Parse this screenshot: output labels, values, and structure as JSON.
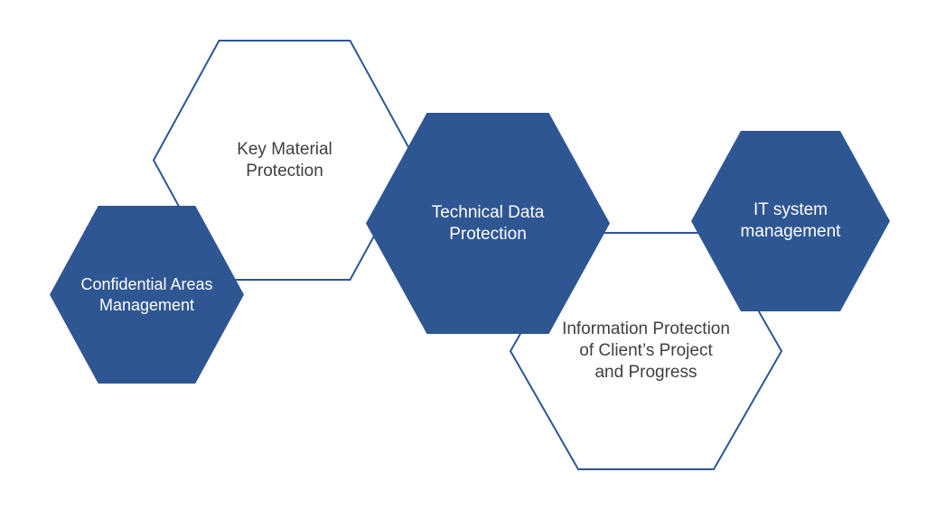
{
  "diagram": {
    "name": "information-protection-hexagon-diagram",
    "colors": {
      "fill_blue": "#2E5693",
      "outline_blue": "#2E5693",
      "text_dark": "#404040",
      "text_light": "#FFFFFF",
      "background": "#FFFFFF"
    },
    "hexagons": [
      {
        "id": "key-material-protection",
        "label": "Key Material\nProtection",
        "variant": "outline"
      },
      {
        "id": "information-protection",
        "label": "Information Protection\nof Client’s Project\nand Progress",
        "variant": "outline"
      },
      {
        "id": "confidential-areas-management",
        "label": "Confidential Areas\nManagement",
        "variant": "filled"
      },
      {
        "id": "technical-data-protection",
        "label": "Technical Data\nProtection",
        "variant": "filled"
      },
      {
        "id": "it-system-management",
        "label": "IT system\nmanagement",
        "variant": "filled"
      }
    ]
  }
}
